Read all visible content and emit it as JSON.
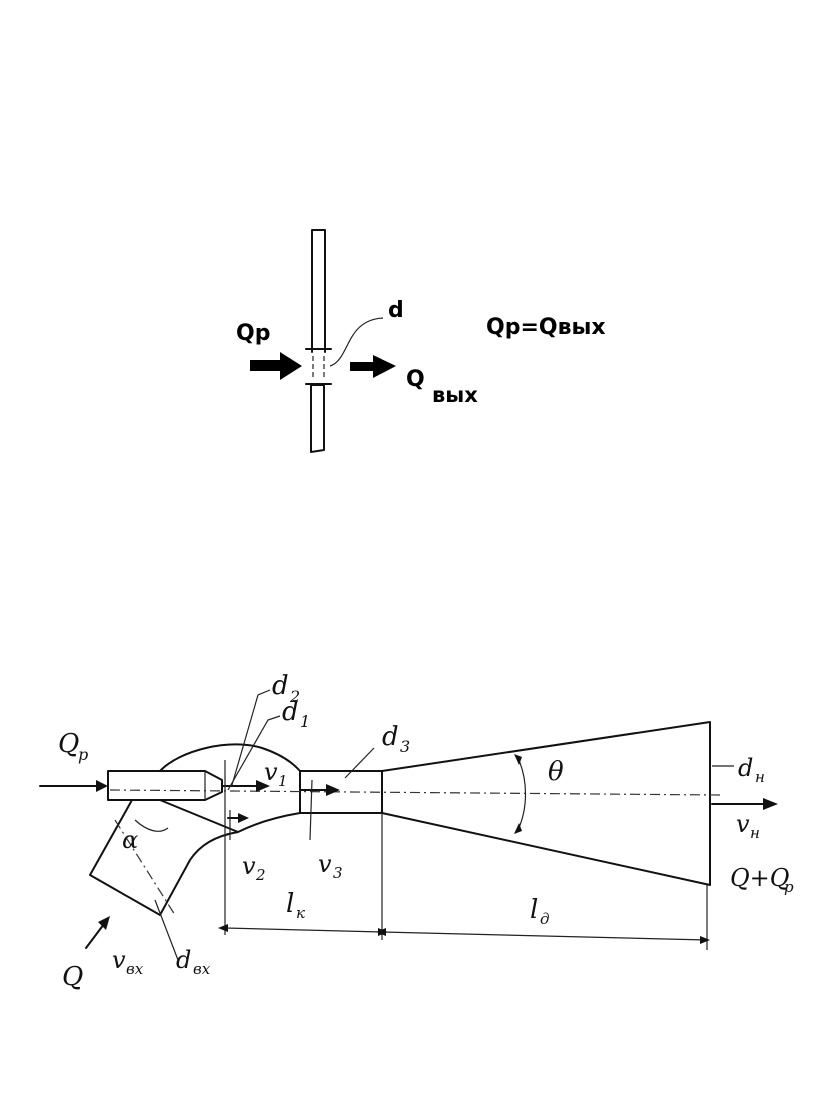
{
  "orifice_diagram": {
    "label_inflow": "Qp",
    "label_d": "d",
    "label_outflow_q": "Q",
    "label_outflow_sub": "вых",
    "equation": "Qp=Qвых"
  },
  "ejector_diagram": {
    "label_qp_in": "Q",
    "label_qp_in_sub": "p",
    "label_d2": "d",
    "label_d2_sub": "2",
    "label_d1": "d",
    "label_d1_sub": "1",
    "label_d3": "d",
    "label_d3_sub": "3",
    "label_v1": "v",
    "label_v1_sub": "1",
    "label_v2": "v",
    "label_v2_sub": "2",
    "label_v3": "v",
    "label_v3_sub": "3",
    "label_theta": "θ",
    "label_dn": "d",
    "label_dn_sub": "н",
    "label_vn": "v",
    "label_vn_sub": "н",
    "label_q_sum": "Q+Q",
    "label_q_sum_sub": "p",
    "label_alpha": "α",
    "label_lk": "l",
    "label_lk_sub": "к",
    "label_ld": "l",
    "label_ld_sub": "д",
    "label_q_in": "Q",
    "label_v_in": "v",
    "label_v_in_sub": "вх",
    "label_d_in": "d",
    "label_d_in_sub": "вх"
  }
}
